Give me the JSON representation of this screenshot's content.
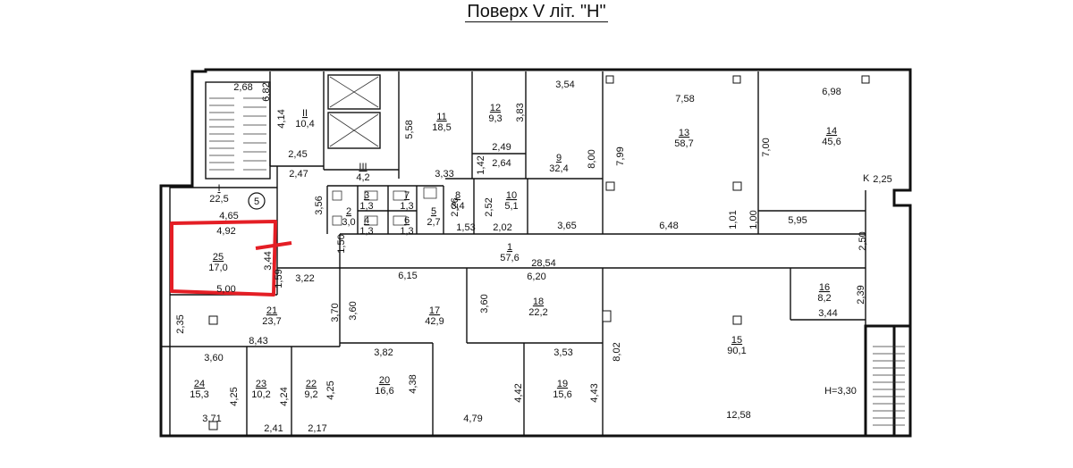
{
  "title": "Поверх V літ.  \"Н\"",
  "height_note": "H=3,30",
  "circle_marker": "5",
  "rooms": [
    {
      "id": "I",
      "num": "I",
      "area": "22,5"
    },
    {
      "id": "II",
      "num": "II",
      "area": "10,4"
    },
    {
      "id": "III",
      "num": "III",
      "area": "4,2"
    },
    {
      "id": "r1",
      "num": "1",
      "area": "57,6"
    },
    {
      "id": "r2",
      "num": "2",
      "area": "3,0"
    },
    {
      "id": "r3",
      "num": "3",
      "area": "1,3"
    },
    {
      "id": "r4",
      "num": "4",
      "area": "1,3"
    },
    {
      "id": "r5",
      "num": "5",
      "area": "2,7"
    },
    {
      "id": "r6",
      "num": "6",
      "area": "1,3"
    },
    {
      "id": "r7",
      "num": "7",
      "area": "1,3"
    },
    {
      "id": "r8",
      "num": "8",
      "area": "3,4"
    },
    {
      "id": "r9",
      "num": "9",
      "area": "32,4"
    },
    {
      "id": "r10",
      "num": "10",
      "area": "5,1"
    },
    {
      "id": "r11",
      "num": "11",
      "area": "18,5"
    },
    {
      "id": "r12",
      "num": "12",
      "area": "9,3"
    },
    {
      "id": "r13",
      "num": "13",
      "area": "58,7"
    },
    {
      "id": "r14",
      "num": "14",
      "area": "45,6"
    },
    {
      "id": "r15",
      "num": "15",
      "area": "90,1"
    },
    {
      "id": "r16",
      "num": "16",
      "area": "8,2"
    },
    {
      "id": "r17",
      "num": "17",
      "area": "42,9"
    },
    {
      "id": "r18",
      "num": "18",
      "area": "22,2"
    },
    {
      "id": "r19",
      "num": "19",
      "area": "15,6"
    },
    {
      "id": "r20",
      "num": "20",
      "area": "16,6"
    },
    {
      "id": "r21",
      "num": "21",
      "area": "23,7"
    },
    {
      "id": "r22",
      "num": "22",
      "area": "9,2"
    },
    {
      "id": "r23",
      "num": "23",
      "area": "10,2"
    },
    {
      "id": "r24",
      "num": "24",
      "area": "15,3"
    },
    {
      "id": "r25",
      "num": "25",
      "area": "17,0"
    }
  ],
  "dimensions": [
    "2,68",
    "6,82",
    "4,14",
    "5,58",
    "3,83",
    "3,54",
    "7,58",
    "6,98",
    "2,45",
    "2,47",
    "2,49",
    "2,64",
    "1,42",
    "3,33",
    "8,00",
    "7,99",
    "7,00",
    "2,25",
    "4,65",
    "4,92",
    "3,56",
    "2,26",
    "2,52",
    "1,53",
    "2,02",
    "3,65",
    "6,48",
    "1,01",
    "1,00",
    "5,95",
    "2,50",
    "1,50",
    "3,44",
    "28,54",
    "6,20",
    "6,15",
    "3,22",
    "1,59",
    "3,70",
    "3,60",
    "3,60",
    "5,00",
    "2,35",
    "8,43",
    "3,82",
    "3,53",
    "8,02",
    "2,39",
    "3,44",
    "3,60",
    "4,25",
    "4,24",
    "4,25",
    "4,38",
    "4,42",
    "4,43",
    "3,71",
    "2,41",
    "2,17",
    "4,79",
    "12,58"
  ]
}
